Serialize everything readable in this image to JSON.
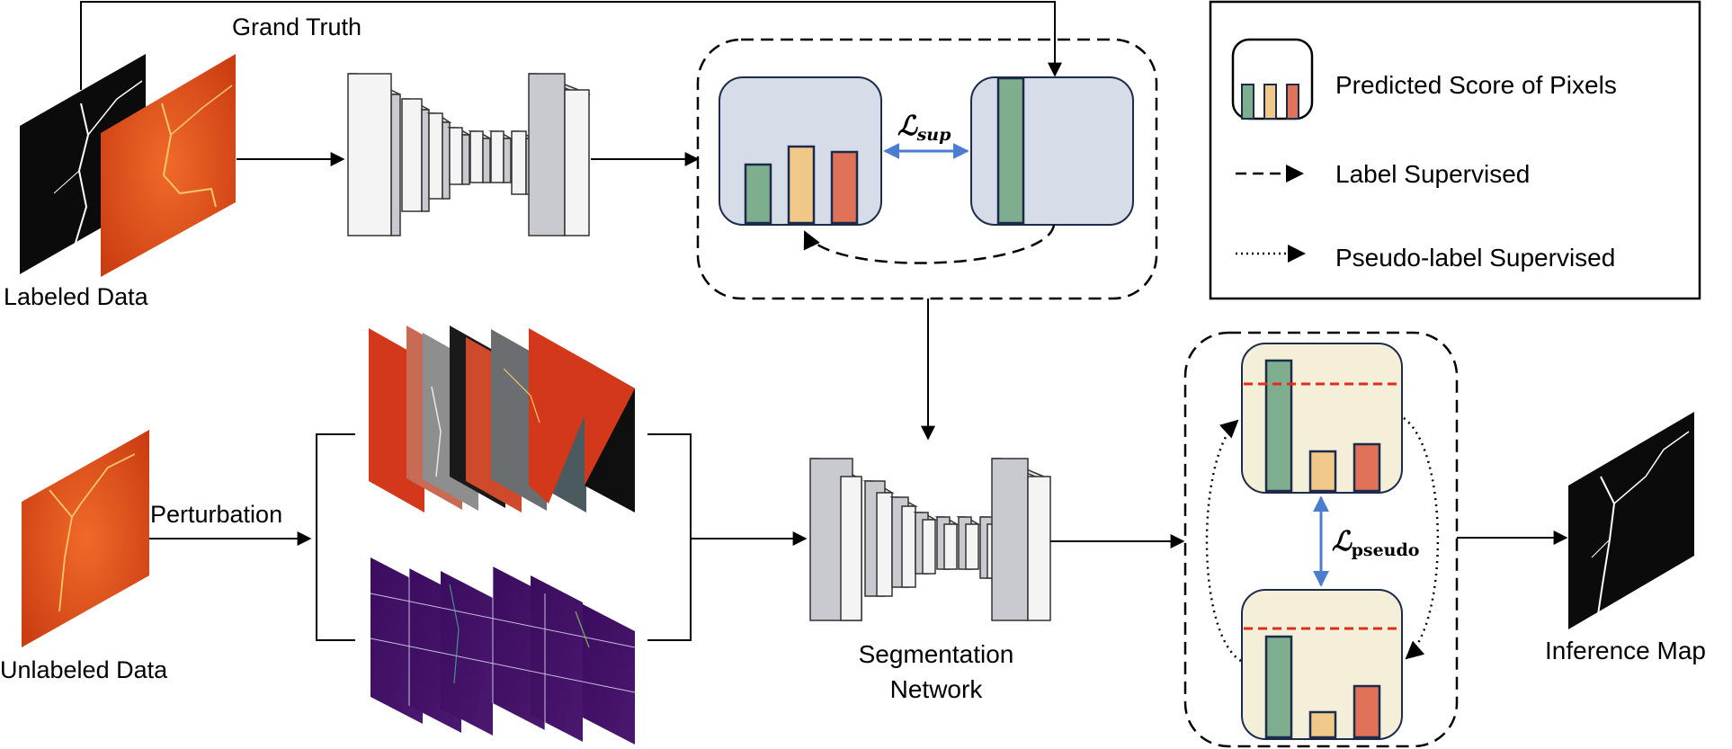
{
  "labels": {
    "grand_truth": "Grand Truth",
    "labeled_data": "Labeled Data",
    "unlabeled_data": "Unlabeled Data",
    "perturbation": "Perturbation",
    "segmentation_line1": "Segmentation",
    "segmentation_line2": "Network",
    "inference_map": "Inference Map",
    "loss_sup_main": "ℒ",
    "loss_sup_sub": "sup",
    "loss_pseudo_main": "ℒ",
    "loss_pseudo_sub": "pseudo"
  },
  "legend": {
    "predicted_score": "Predicted Score of Pixels",
    "label_supervised": "Label Supervised",
    "pseudo_label_supervised": "Pseudo-label Supervised"
  },
  "colors": {
    "green": "#7fae8f",
    "yellow": "#f0c98a",
    "red": "#e07259",
    "card_blue": "#d6dde9",
    "card_cream": "#f3efd9",
    "arrow_blue": "#4a7ccf",
    "threshold": "#e52b1f",
    "crack_orange": "#e0501a",
    "heatmap_purple": "#3d0f63"
  },
  "icons": {
    "encoder": "unet-encoder-decoder-icon",
    "crack_image": "crack-image-icon",
    "heatmap": "heatmap-grid-icon"
  }
}
